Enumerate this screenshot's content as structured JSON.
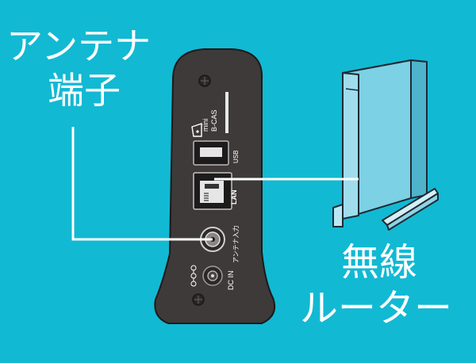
{
  "callouts": {
    "antenna_terminal": {
      "line1": "アンテナ",
      "line2": "端子"
    },
    "wireless_router": {
      "line1": "無線",
      "line2": "ルーター"
    }
  },
  "device_labels": {
    "card_slot": "mini\nB-CAS",
    "usb": "USB",
    "lan": "LAN",
    "antenna_input": "アンテナ入力",
    "dc_in": "DC IN",
    "polarity_symbol": "⊖-◐-⊕"
  },
  "colors": {
    "background": "#12b9d3",
    "device_body": "#3e3a39",
    "router_body": "#6fcbe0",
    "line_color": "#ffffff"
  }
}
